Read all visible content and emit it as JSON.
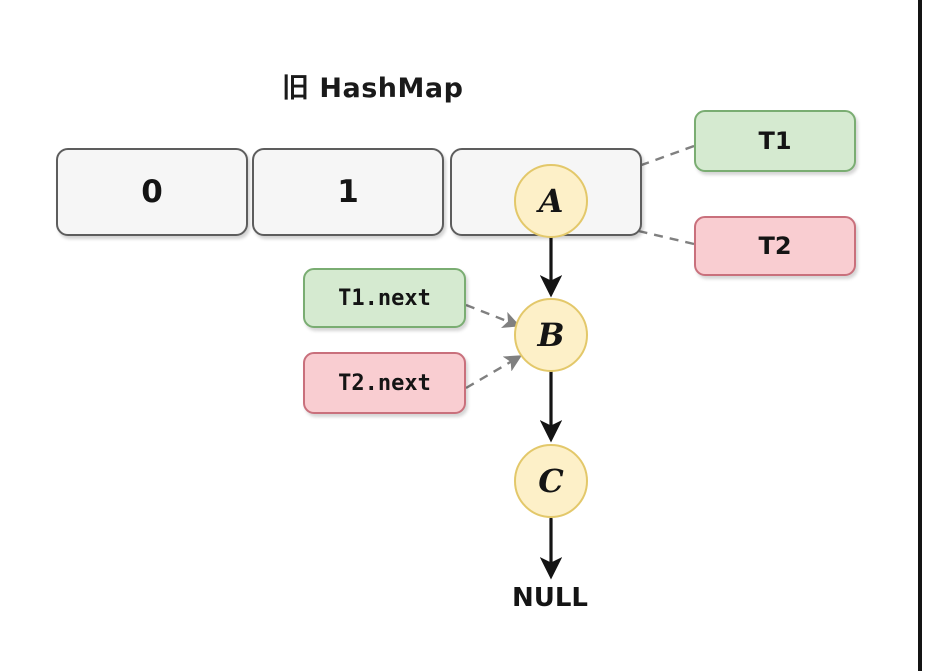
{
  "diagram": {
    "title": "旧 HashMap",
    "type": "hashmap-linked-list-concurrency",
    "colors": {
      "cell_fill": "#f6f6f6",
      "cell_stroke": "#5d5d5d",
      "node_fill": "#fdf0c8",
      "node_stroke": "#e3c86a",
      "thread1_fill": "#d5ead0",
      "thread1_stroke": "#7aad72",
      "thread2_fill": "#f9cdd1",
      "thread2_stroke": "#c9707c",
      "solid_arrow": "#141414",
      "dashed_arrow": "#808080",
      "text": "#141414",
      "right_rule": "#141414"
    }
  },
  "buckets": [
    {
      "label": "0"
    },
    {
      "label": "1"
    },
    {
      "label": ""
    }
  ],
  "nodes": [
    {
      "label": "A"
    },
    {
      "label": "B"
    },
    {
      "label": "C"
    }
  ],
  "terminal": {
    "label": "NULL"
  },
  "tags": [
    {
      "label": "T1",
      "color": "green",
      "points_to": "A"
    },
    {
      "label": "T2",
      "color": "red",
      "points_to": "A"
    },
    {
      "label": "T1.next",
      "color": "green",
      "points_to": "B"
    },
    {
      "label": "T2.next",
      "color": "red",
      "points_to": "B"
    }
  ],
  "links": [
    {
      "from": "A",
      "to": "B",
      "style": "solid"
    },
    {
      "from": "B",
      "to": "C",
      "style": "solid"
    },
    {
      "from": "C",
      "to": "NULL",
      "style": "solid"
    }
  ]
}
